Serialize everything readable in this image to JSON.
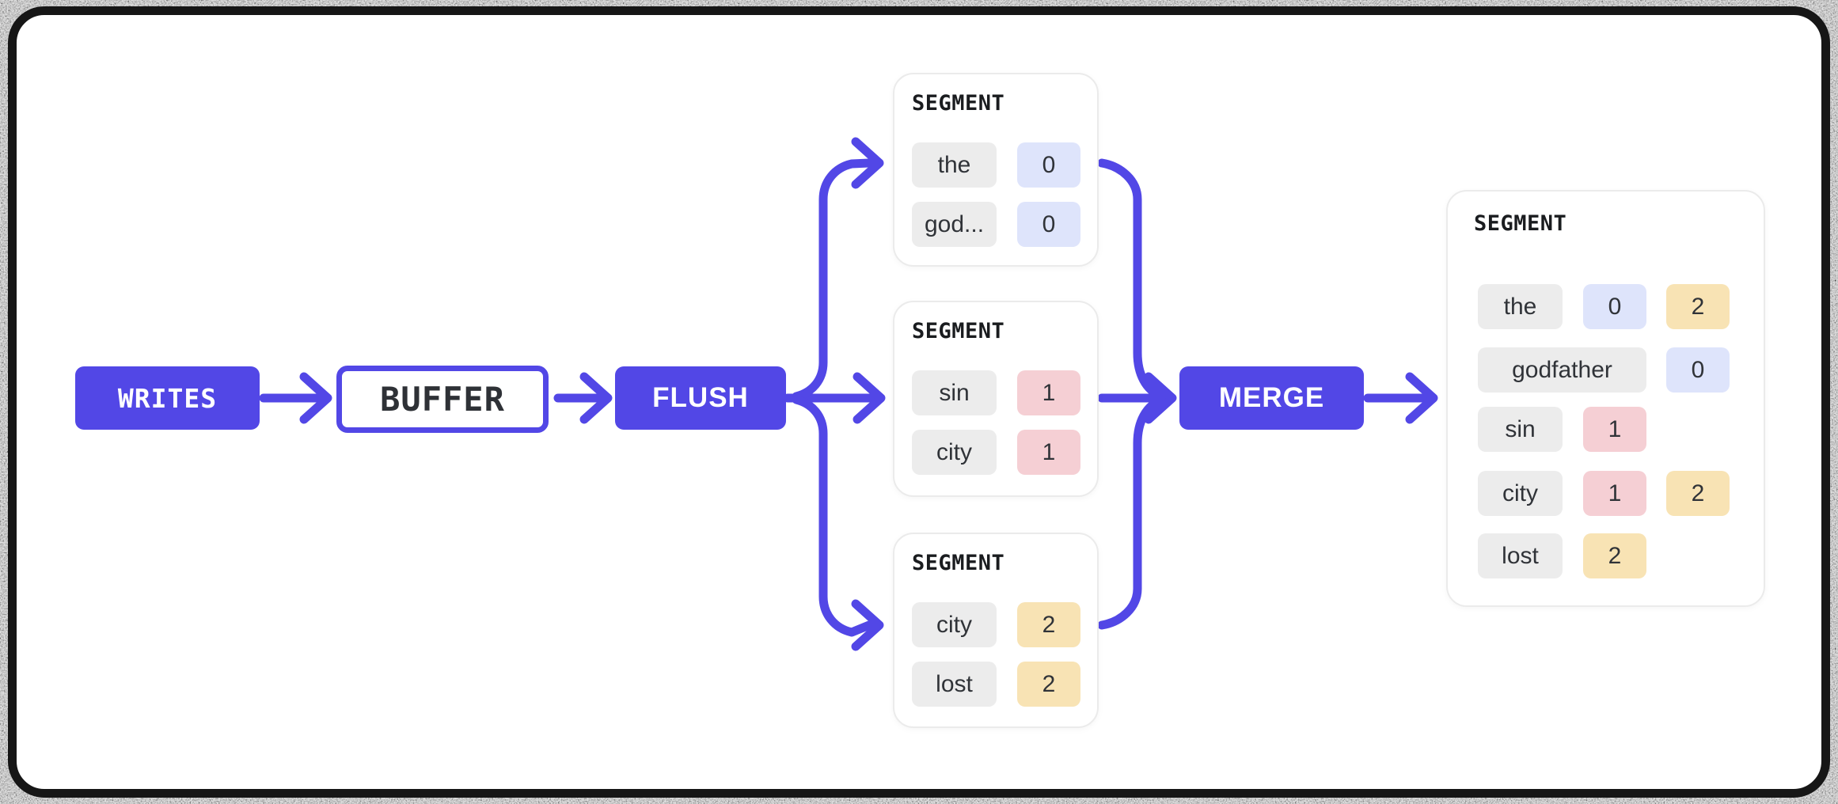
{
  "colors": {
    "accent": "#5247e6",
    "frame": "#161616",
    "canvas": "#ffffff",
    "card_border": "#ebebeb",
    "chip_gray": "#ececec",
    "chip_blue": "#dee4fb",
    "chip_pink": "#f5cfd4",
    "chip_yellow": "#f8e3b4",
    "chip_text": "#303338",
    "title_text": "#1a1c1f"
  },
  "pipeline": {
    "writes_label": "WRITES",
    "buffer_label": "BUFFER",
    "flush_label": "FLUSH",
    "merge_label": "MERGE"
  },
  "segments": [
    {
      "title": "SEGMENT",
      "rows": [
        {
          "term": "the",
          "postings": [
            {
              "doc": "0",
              "color": "blue"
            }
          ]
        },
        {
          "term": "god...",
          "postings": [
            {
              "doc": "0",
              "color": "blue"
            }
          ]
        }
      ]
    },
    {
      "title": "SEGMENT",
      "rows": [
        {
          "term": "sin",
          "postings": [
            {
              "doc": "1",
              "color": "pink"
            }
          ]
        },
        {
          "term": "city",
          "postings": [
            {
              "doc": "1",
              "color": "pink"
            }
          ]
        }
      ]
    },
    {
      "title": "SEGMENT",
      "rows": [
        {
          "term": "city",
          "postings": [
            {
              "doc": "2",
              "color": "yellow"
            }
          ]
        },
        {
          "term": "lost",
          "postings": [
            {
              "doc": "2",
              "color": "yellow"
            }
          ]
        }
      ]
    }
  ],
  "merged_segment": {
    "title": "SEGMENT",
    "rows": [
      {
        "term": "the",
        "postings": [
          {
            "doc": "0",
            "color": "blue"
          },
          {
            "doc": "2",
            "color": "yellow"
          }
        ]
      },
      {
        "term": "godfather",
        "postings": [
          {
            "doc": "0",
            "color": "blue"
          }
        ]
      },
      {
        "term": "sin",
        "postings": [
          {
            "doc": "1",
            "color": "pink"
          }
        ]
      },
      {
        "term": "city",
        "postings": [
          {
            "doc": "1",
            "color": "pink"
          },
          {
            "doc": "2",
            "color": "yellow"
          }
        ]
      },
      {
        "term": "lost",
        "postings": [
          {
            "doc": "2",
            "color": "yellow"
          }
        ]
      }
    ]
  }
}
